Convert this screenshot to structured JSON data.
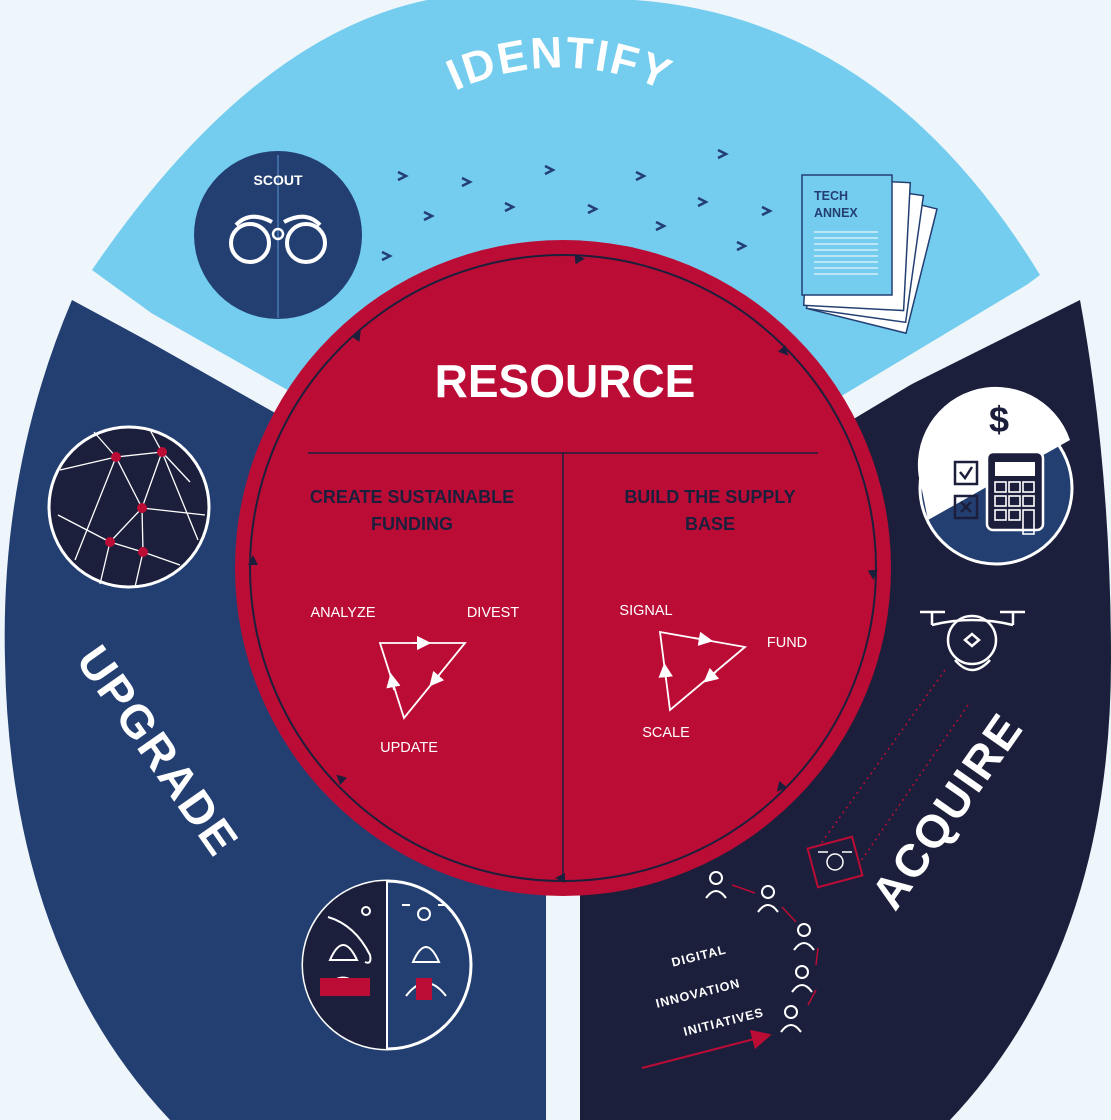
{
  "segments": {
    "identify": {
      "title": "IDENTIFY",
      "scout_label": "SCOUT",
      "tech_annex_line1": "TECH",
      "tech_annex_line2": "ANNEX"
    },
    "upgrade": {
      "title": "UPGRADE"
    },
    "acquire": {
      "title": "ACQUIRE",
      "dollar": "$",
      "initiatives_line1": "DIGITAL",
      "initiatives_line2": "INNOVATION",
      "initiatives_line3": "INITIATIVES"
    }
  },
  "center": {
    "title": "RESOURCE",
    "left": {
      "heading_line1": "CREATE SUSTAINABLE",
      "heading_line2": "FUNDING",
      "cycle": [
        "ANALYZE",
        "DIVEST",
        "UPDATE"
      ]
    },
    "right": {
      "heading_line1": "BUILD THE SUPPLY",
      "heading_line2": "BASE",
      "cycle": [
        "SIGNAL",
        "FUND",
        "SCALE"
      ]
    }
  },
  "colors": {
    "identify": "#74cdee",
    "upgrade": "#233f72",
    "acquire": "#1c1f3b",
    "resource": "#bb0c36",
    "background": "#eef6fb"
  },
  "icons": [
    "binoculars-icon",
    "document-stack-icon",
    "network-map-icon",
    "calculator-icon",
    "checklist-icon",
    "drone-icon",
    "people-icon",
    "workers-icon"
  ]
}
